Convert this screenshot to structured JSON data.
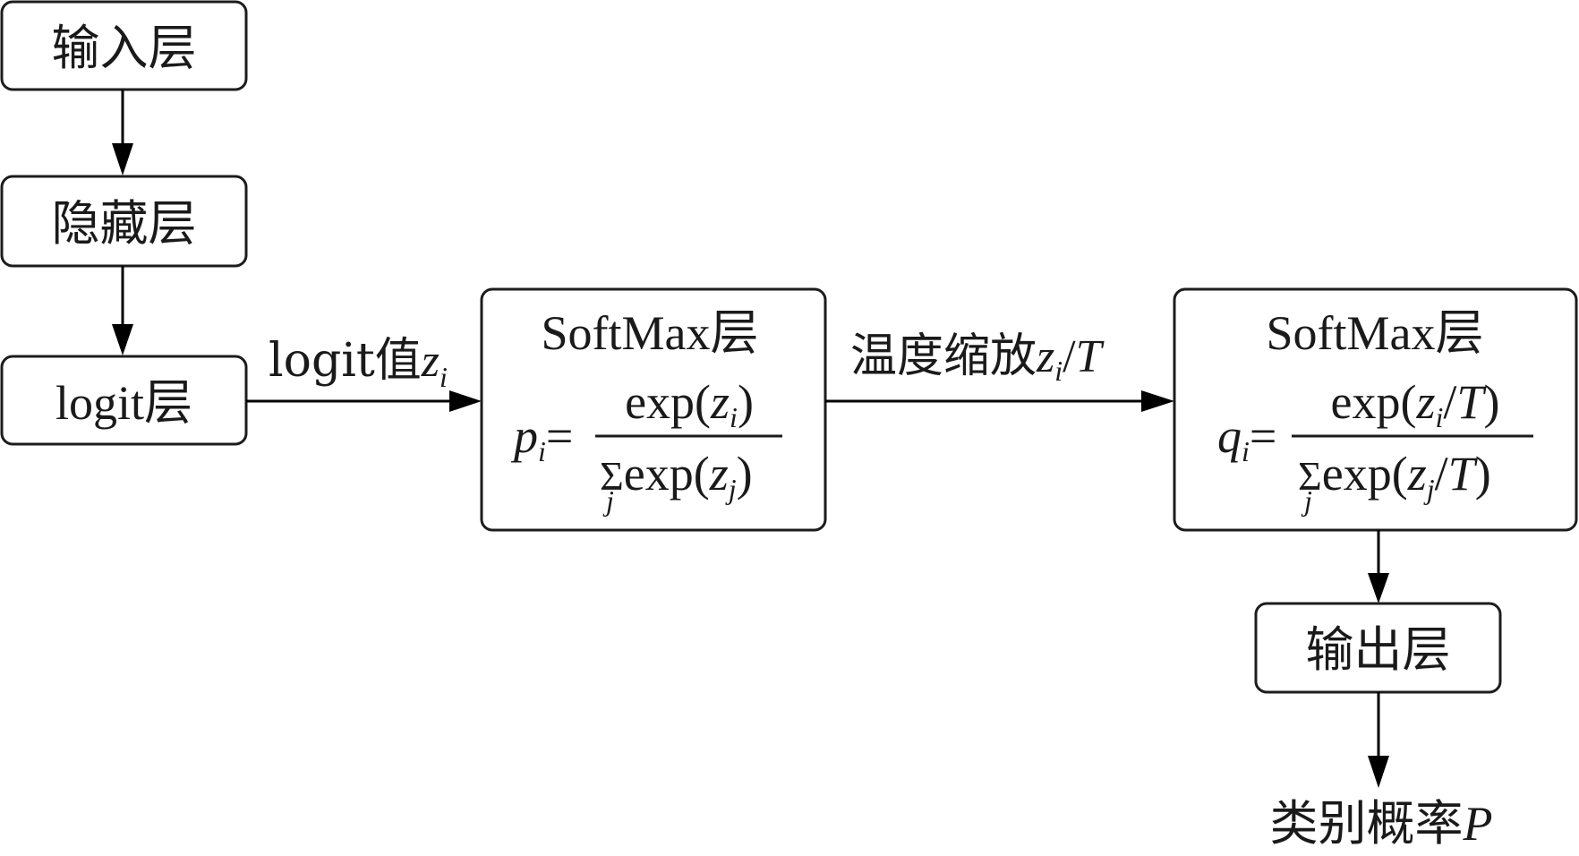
{
  "diagram": {
    "nodes": {
      "input_layer": {
        "label": "输入层"
      },
      "hidden_layer": {
        "label": "隐藏层"
      },
      "logit_layer": {
        "label": "logit层"
      },
      "softmax1": {
        "title": "SoftMax层",
        "lhs_var": "p",
        "lhs_sub": "i",
        "equals": "=",
        "numerator": {
          "prefix": "exp(",
          "var": "z",
          "sub": "i",
          "suffix": ")"
        },
        "denominator": {
          "sum": "Σ",
          "sum_index": "j",
          "prefix": "exp(",
          "var": "z",
          "sub": "j",
          "suffix": ")"
        }
      },
      "softmax2": {
        "title": "SoftMax层",
        "lhs_var": "q",
        "lhs_sub": "i",
        "equals": "=",
        "numerator": {
          "prefix": "exp(",
          "var": "z",
          "sub": "i",
          "slash": "/",
          "temp": "T",
          "suffix": ")"
        },
        "denominator": {
          "sum": "Σ",
          "sum_index": "j",
          "prefix": "exp(",
          "var": "z",
          "sub": "j",
          "slash": "/",
          "temp": "T",
          "suffix": ")"
        }
      },
      "output_layer": {
        "label": "输出层"
      },
      "class_prob": {
        "label": "类别概率",
        "var": "P"
      }
    },
    "edges": {
      "logit_to_softmax1": {
        "label": "logit值",
        "var": "z",
        "sub": "i"
      },
      "softmax1_to_softmax2": {
        "label": "温度缩放",
        "var": "z",
        "sub": "i",
        "slash": "/",
        "temp": "T"
      }
    }
  }
}
